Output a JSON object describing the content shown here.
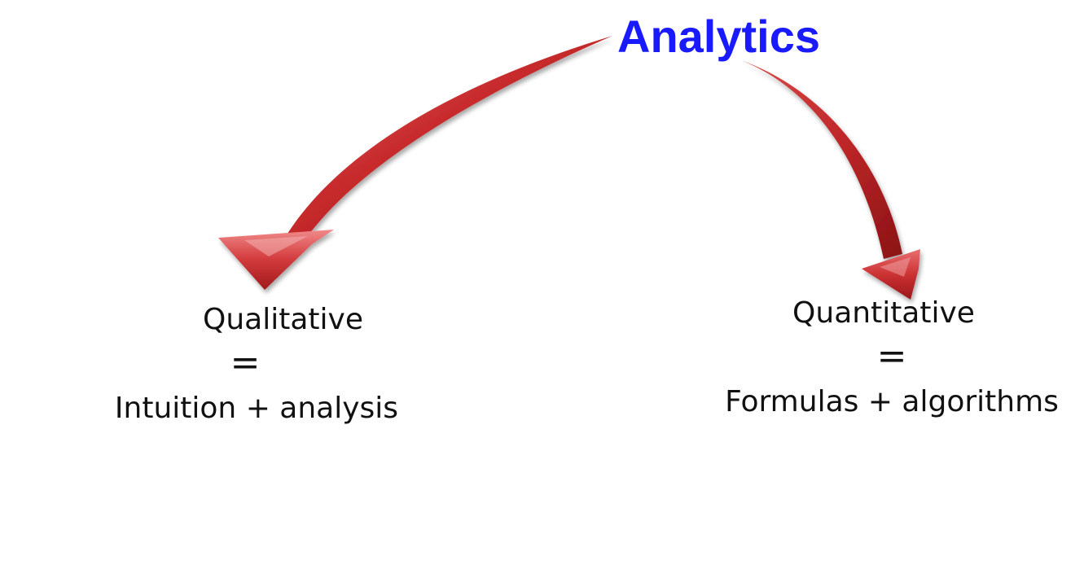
{
  "diagram": {
    "title": "Analytics",
    "title_color": "#1a1aff",
    "arrow_color": "#c0282a",
    "left_branch": {
      "heading": "Qualitative",
      "equals": "=",
      "formula": "Intuition + analysis"
    },
    "right_branch": {
      "heading": "Quantitative",
      "equals": "=",
      "formula": "Formulas + algorithms"
    }
  }
}
